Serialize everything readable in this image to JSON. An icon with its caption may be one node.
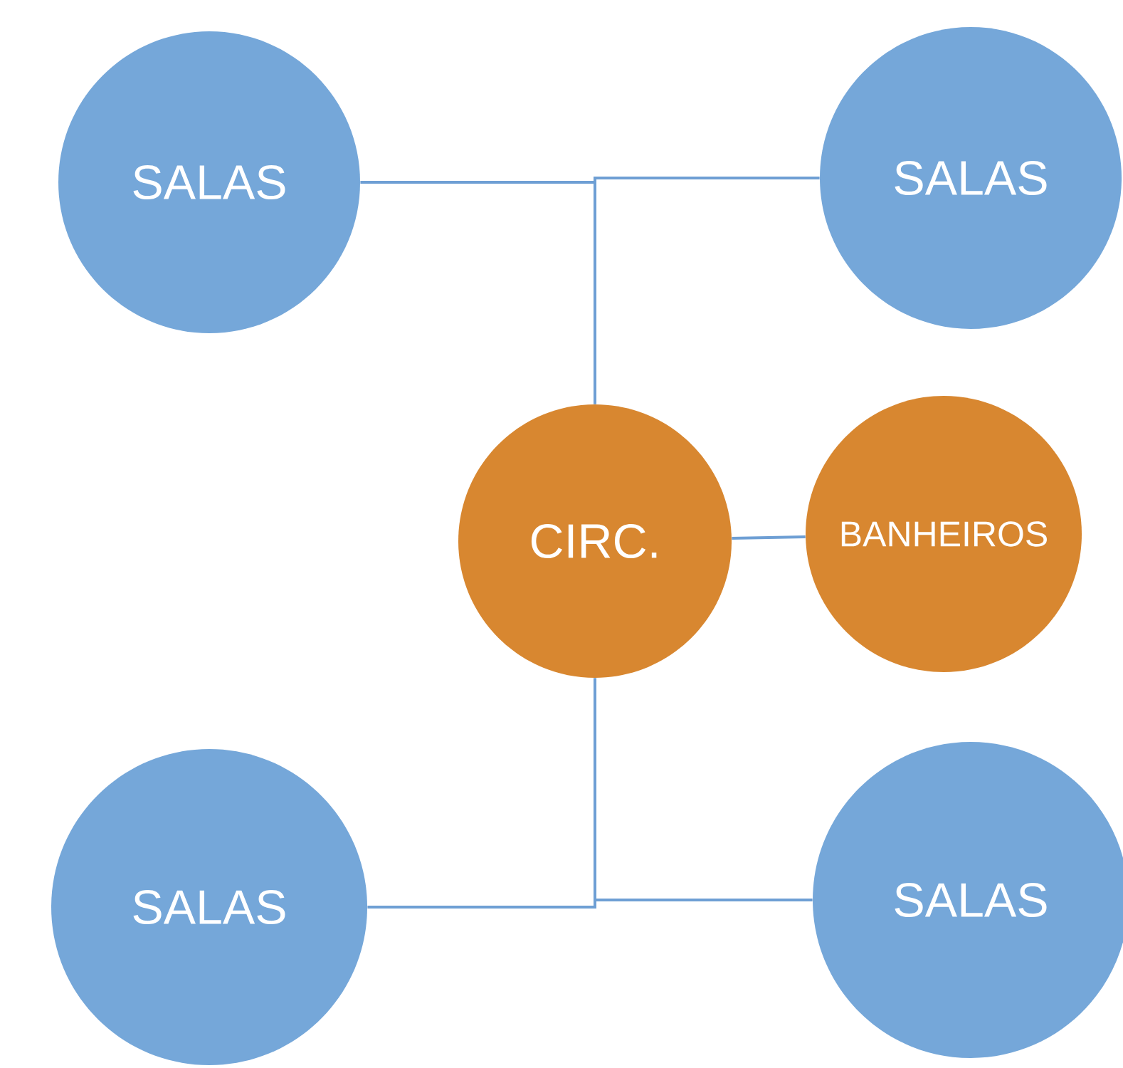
{
  "diagram": {
    "nodes": [
      {
        "text": [
          "SALAS"
        ]
      },
      {
        "text": [
          "SALAS"
        ]
      },
      {
        "text": [
          "CIRC."
        ]
      },
      {
        "text": [
          "BANHEIROS"
        ]
      },
      {
        "text": [
          "SALAS"
        ]
      },
      {
        "text": [
          "SALAS"
        ]
      }
    ],
    "edges": [
      {
        "from": 2,
        "to": 0,
        "arrow": "none"
      },
      {
        "from": 2,
        "to": 1,
        "arrow": "none"
      },
      {
        "from": 2,
        "to": 3,
        "arrow": "none"
      },
      {
        "from": 2,
        "to": 4,
        "arrow": "none"
      },
      {
        "from": 2,
        "to": 5,
        "arrow": "none"
      }
    ]
  }
}
